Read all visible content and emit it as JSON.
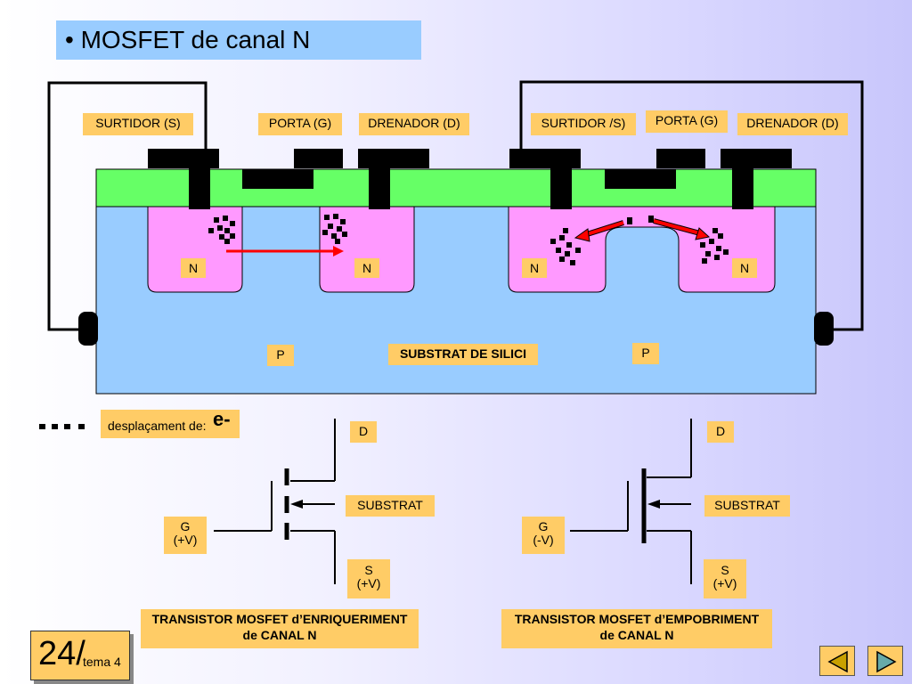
{
  "title": "• MOSFET de canal N",
  "cross_section": {
    "left": {
      "source": "SURTIDOR (S)",
      "gate": "PORTA (G)",
      "drain": "DRENADOR (D)"
    },
    "right": {
      "source": "SURTIDOR /S)",
      "gate": "PORTA (G)",
      "drain": "DRENADOR (D)"
    },
    "region_n": "N",
    "region_p": "P",
    "substrate": "SUBSTRAT DE SILICI"
  },
  "legend": {
    "text": "desplaçament de:",
    "symbol": "e-"
  },
  "symbol_enh": {
    "d": "D",
    "substrat": "SUBSTRAT",
    "g_line1": "G",
    "g_line2": "(+V)",
    "s_line1": "S",
    "s_line2": "(+V)",
    "caption_line1": "TRANSISTOR MOSFET d’ENRIQUERIMENT",
    "caption_line2": "de CANAL N"
  },
  "symbol_dep": {
    "d": "D",
    "substrat": "SUBSTRAT",
    "g_line1": "G",
    "g_line2": "(-V)",
    "s_line1": "S",
    "s_line2": "(+V)",
    "caption_line1": "TRANSISTOR MOSFET d’EMPOBRIMENT",
    "caption_line2": "de CANAL N"
  },
  "page": {
    "number": "24/",
    "tema": "tema 4"
  },
  "nav": {
    "prev": "nav-previous-icon",
    "next": "nav-next-icon"
  },
  "colors": {
    "oxide": "#66ff66",
    "substrate": "#99ccff",
    "n_region": "#ff99ff",
    "label": "#ffcc66",
    "arrow": "#ff0000"
  }
}
